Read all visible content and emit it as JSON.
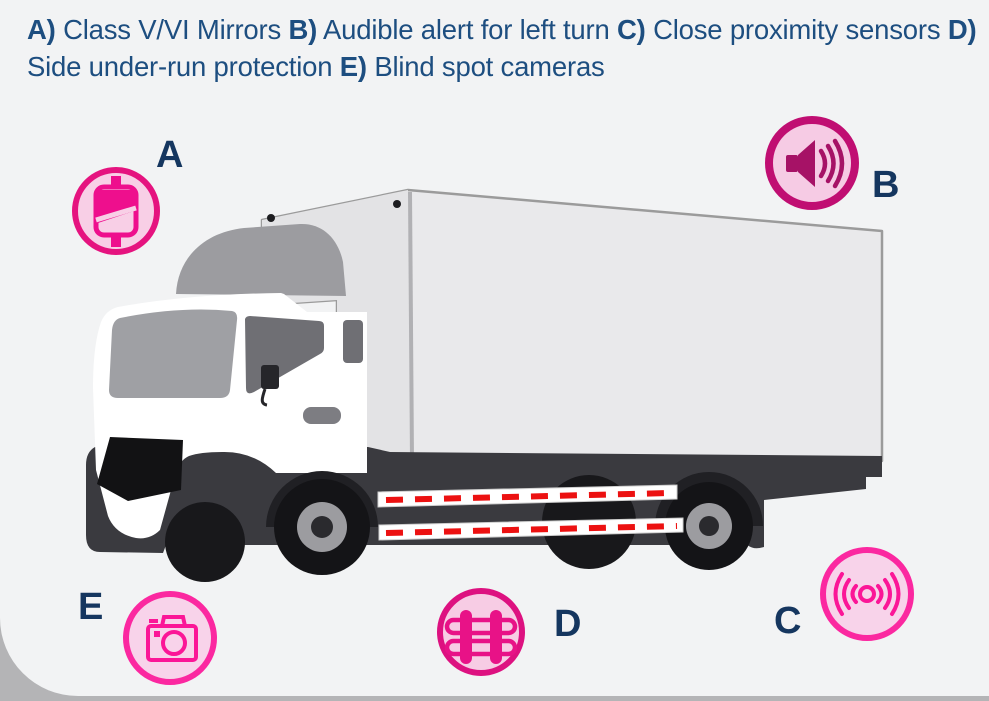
{
  "title": {
    "segments": [
      {
        "b": "A)",
        "t": " Class V/VI Mirrors "
      },
      {
        "b": "B)",
        "t": " Audible alert for left turn "
      },
      {
        "b": "C)",
        "t": " Close proximity sensors "
      },
      {
        "b": "D)",
        "t": " Side under-run protection "
      },
      {
        "b": "E)",
        "t": " Blind spot cameras"
      }
    ]
  },
  "callouts": [
    {
      "letter": "A",
      "label": "Class V/VI Mirrors",
      "icon": "class-mirror-icon"
    },
    {
      "letter": "B",
      "label": "Audible alert for left turn",
      "icon": "audible-alert-icon"
    },
    {
      "letter": "C",
      "label": "Close proximity sensors",
      "icon": "proximity-sensor-icon"
    },
    {
      "letter": "D",
      "label": "Side under-run protection",
      "icon": "underrun-protection-icon"
    },
    {
      "letter": "E",
      "label": "Blind spot cameras",
      "icon": "blindspot-camera-icon"
    }
  ],
  "colors": {
    "bg-outer": "#b4b4b6",
    "bg-panel": "#f2f3f4",
    "navy-title": "#1d4e80",
    "navy-letter": "#15365f",
    "red-dash": "#ec1111",
    "ring-a": "#e5137f",
    "ring-b": "#c00e72",
    "ring-bright": "#fb28a0",
    "ring-d": "#dd1180",
    "pink-fill": "#f8cfe6",
    "glyph-a": "#ee0f8d",
    "glyph-b": "#a61266",
    "glyph-bright": "#fb1697",
    "glyph-d": "#e81287"
  }
}
